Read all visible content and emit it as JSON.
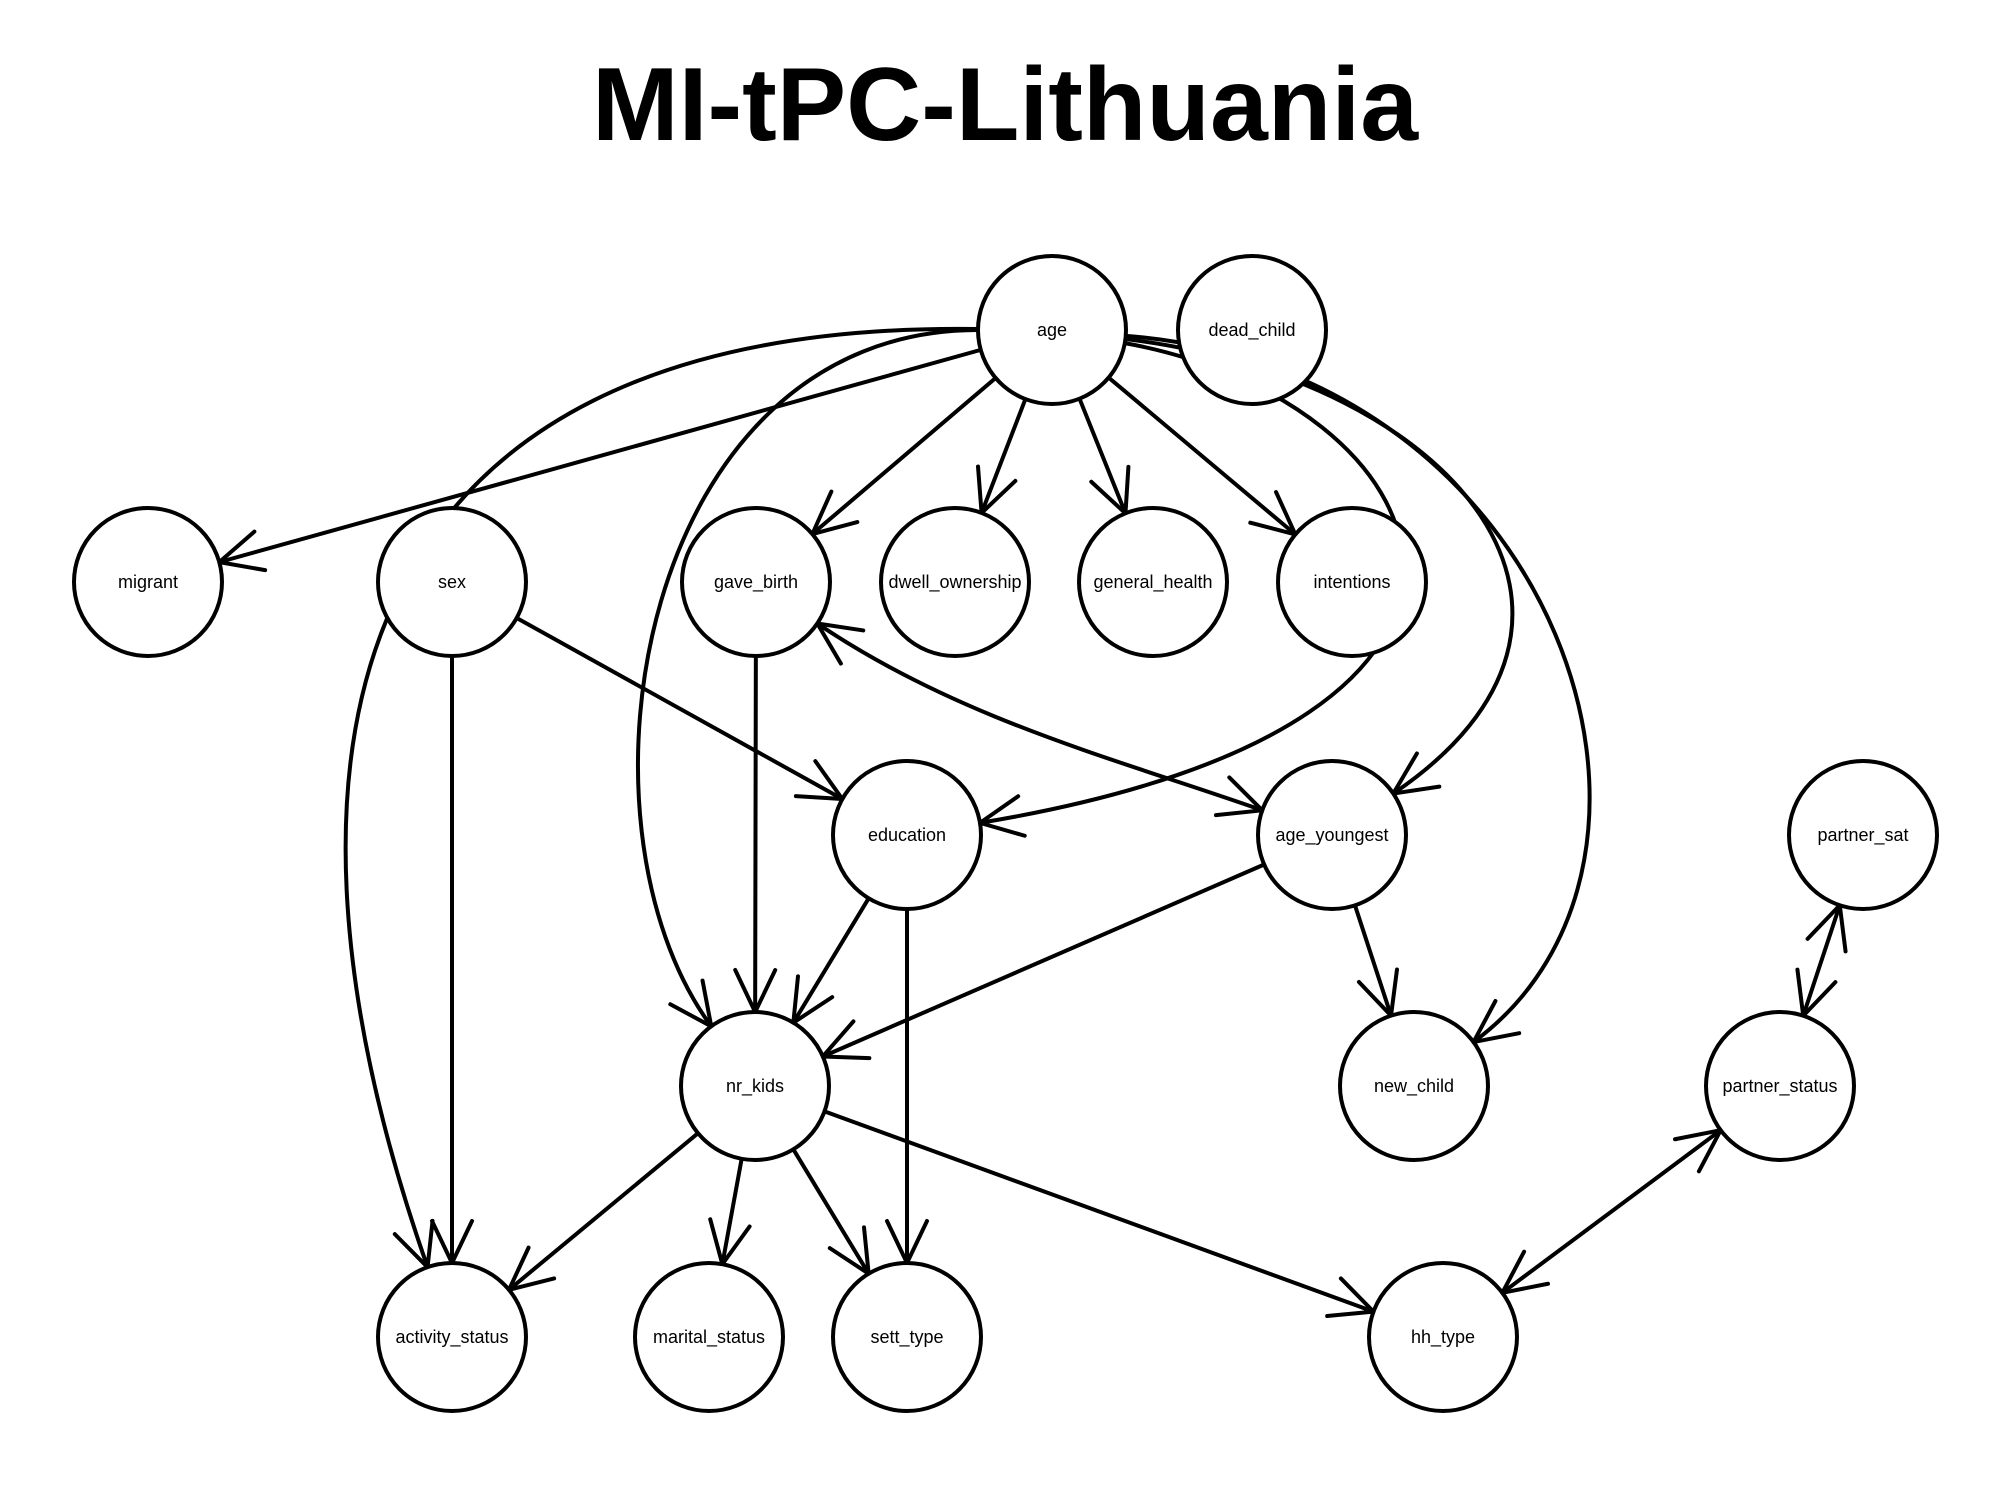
{
  "title": "MI-tPC-Lithuania",
  "colors": {
    "node_fill": "#ffffff",
    "stroke": "#000000",
    "background": "#ffffff"
  },
  "nodes": [
    {
      "id": "age",
      "label": "age"
    },
    {
      "id": "dead_child",
      "label": "dead_child"
    },
    {
      "id": "migrant",
      "label": "migrant"
    },
    {
      "id": "sex",
      "label": "sex"
    },
    {
      "id": "gave_birth",
      "label": "gave_birth"
    },
    {
      "id": "dwell_ownership",
      "label": "dwell_ownership"
    },
    {
      "id": "general_health",
      "label": "general_health"
    },
    {
      "id": "intentions",
      "label": "intentions"
    },
    {
      "id": "education",
      "label": "education"
    },
    {
      "id": "age_youngest",
      "label": "age_youngest"
    },
    {
      "id": "partner_sat",
      "label": "partner_sat"
    },
    {
      "id": "nr_kids",
      "label": "nr_kids"
    },
    {
      "id": "new_child",
      "label": "new_child"
    },
    {
      "id": "partner_status",
      "label": "partner_status"
    },
    {
      "id": "activity_status",
      "label": "activity_status"
    },
    {
      "id": "marital_status",
      "label": "marital_status"
    },
    {
      "id": "sett_type",
      "label": "sett_type"
    },
    {
      "id": "hh_type",
      "label": "hh_type"
    }
  ],
  "edges": [
    {
      "from": "age",
      "to": "migrant",
      "type": "directed"
    },
    {
      "from": "age",
      "to": "gave_birth",
      "type": "directed"
    },
    {
      "from": "age",
      "to": "dwell_ownership",
      "type": "directed"
    },
    {
      "from": "age",
      "to": "general_health",
      "type": "directed"
    },
    {
      "from": "age",
      "to": "intentions",
      "type": "directed"
    },
    {
      "from": "age",
      "to": "activity_status",
      "type": "directed"
    },
    {
      "from": "age",
      "to": "nr_kids",
      "type": "directed"
    },
    {
      "from": "age",
      "to": "education",
      "type": "directed"
    },
    {
      "from": "age",
      "to": "age_youngest",
      "type": "directed"
    },
    {
      "from": "age",
      "to": "new_child",
      "type": "directed"
    },
    {
      "from": "sex",
      "to": "activity_status",
      "type": "directed"
    },
    {
      "from": "sex",
      "to": "education",
      "type": "directed"
    },
    {
      "from": "gave_birth",
      "to": "nr_kids",
      "type": "directed"
    },
    {
      "from": "gave_birth",
      "to": "age_youngest",
      "type": "bidirected"
    },
    {
      "from": "education",
      "to": "nr_kids",
      "type": "directed"
    },
    {
      "from": "education",
      "to": "sett_type",
      "type": "directed"
    },
    {
      "from": "age_youngest",
      "to": "nr_kids",
      "type": "directed"
    },
    {
      "from": "age_youngest",
      "to": "new_child",
      "type": "directed"
    },
    {
      "from": "nr_kids",
      "to": "activity_status",
      "type": "directed"
    },
    {
      "from": "nr_kids",
      "to": "marital_status",
      "type": "directed"
    },
    {
      "from": "nr_kids",
      "to": "sett_type",
      "type": "directed"
    },
    {
      "from": "nr_kids",
      "to": "hh_type",
      "type": "directed"
    },
    {
      "from": "partner_sat",
      "to": "partner_status",
      "type": "bidirected"
    },
    {
      "from": "hh_type",
      "to": "partner_status",
      "type": "bidirected"
    }
  ]
}
